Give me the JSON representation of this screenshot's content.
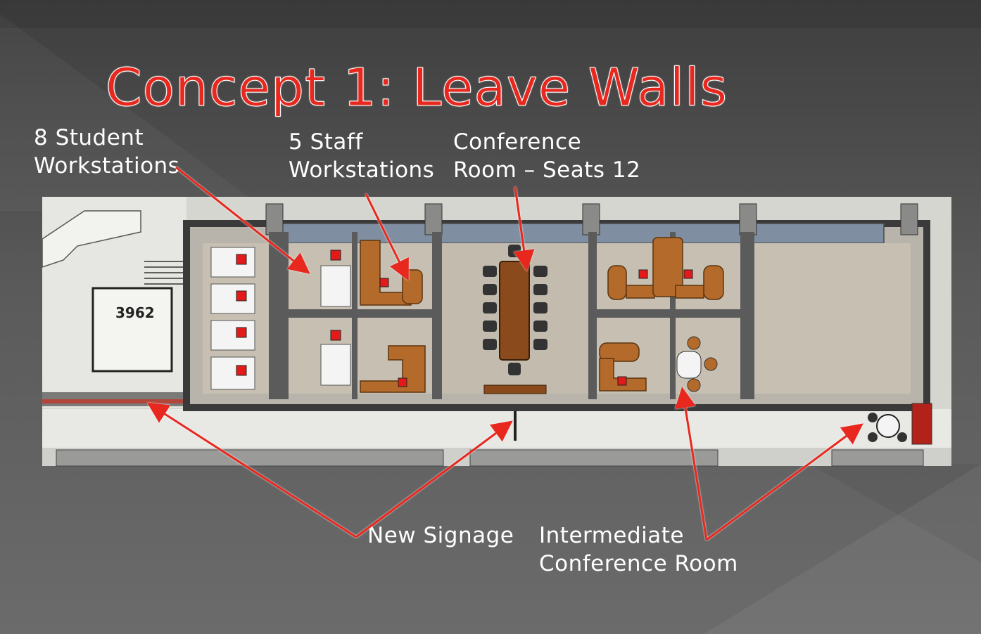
{
  "slide": {
    "title": "Concept 1: Leave Walls",
    "colors": {
      "title": "#e8281e",
      "arrow": "#e8281e",
      "text": "#ffffff",
      "background": "#4a4a4a"
    }
  },
  "labels": {
    "student_workstations": [
      "8 Student",
      "Workstations"
    ],
    "staff_workstations": [
      "5 Staff",
      "Workstations"
    ],
    "conference_room": [
      "Conference",
      "Room – Seats 12"
    ],
    "new_signage": [
      "New Signage"
    ],
    "intermediate_conference": [
      "Intermediate",
      "Conference Room"
    ]
  },
  "floorplan": {
    "room_number": "3962"
  }
}
